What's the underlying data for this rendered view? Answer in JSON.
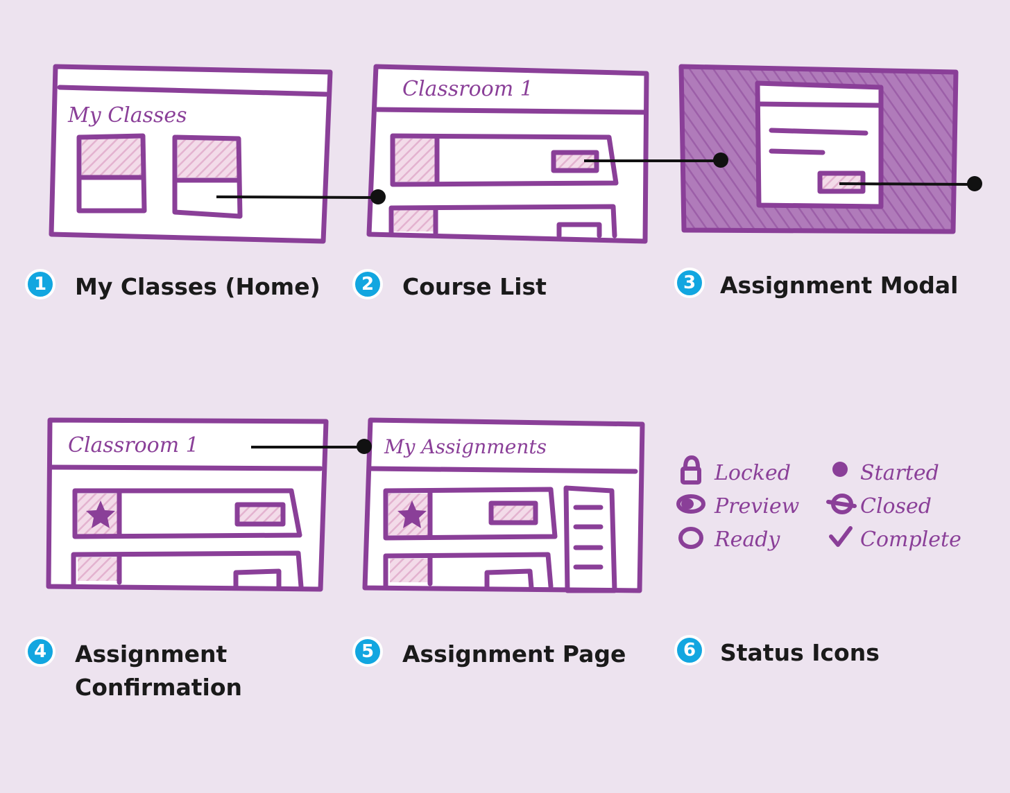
{
  "colors": {
    "background": "#ede3ef",
    "frame": "#8a3f98",
    "hatch": "#ebc6dc",
    "modal_overlay": "#b07bba",
    "badge": "#12a6e0",
    "connector": "#111111",
    "caption_text": "#1a1a1a"
  },
  "screens": {
    "my_classes": {
      "title": "My Classes"
    },
    "course_list": {
      "title": "Classroom 1"
    },
    "confirmation": {
      "title": "Classroom 1"
    },
    "assignment_page": {
      "title": "My Assignments"
    }
  },
  "status_icons": {
    "locked": {
      "label": "Locked",
      "icon": "lock-icon"
    },
    "started": {
      "label": "Started",
      "icon": "filled-dot-icon"
    },
    "preview": {
      "label": "Preview",
      "icon": "eye-icon"
    },
    "closed": {
      "label": "Closed",
      "icon": "crossed-circle-icon"
    },
    "ready": {
      "label": "Ready",
      "icon": "open-circle-icon"
    },
    "complete": {
      "label": "Complete",
      "icon": "checkmark-icon"
    }
  },
  "captions": [
    {
      "number": "1",
      "label": "My Classes (Home)"
    },
    {
      "number": "2",
      "label": "Course List"
    },
    {
      "number": "3",
      "label": "Assignment Modal"
    },
    {
      "number": "4",
      "label_line1": "Assignment",
      "label_line2": "Confirmation"
    },
    {
      "number": "5",
      "label": "Assignment Page"
    },
    {
      "number": "6",
      "label": "Status Icons"
    }
  ]
}
